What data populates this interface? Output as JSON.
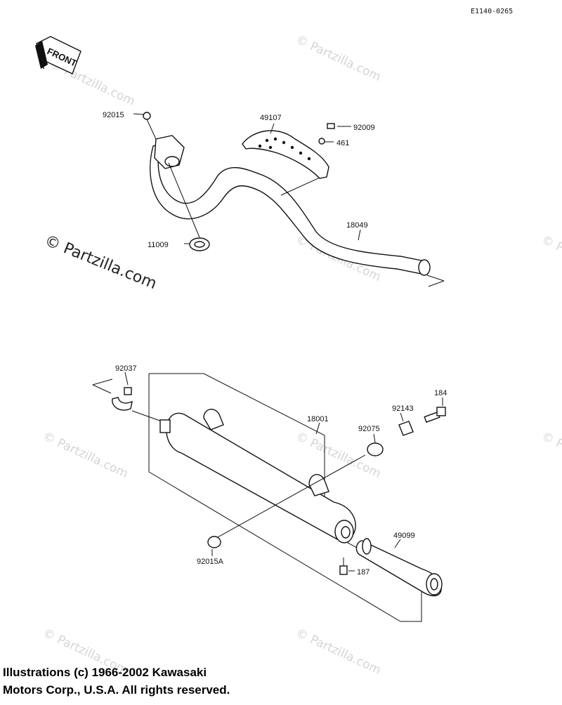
{
  "diagram": {
    "ref_code": "E1140-0265",
    "front_label": "FRONT",
    "watermarks": {
      "main": "© Partzilla.com",
      "faint": "© Partzilla.com"
    },
    "upper_assembly": {
      "labels": {
        "p92015": "92015",
        "p49107": "49107",
        "p92009": "92009",
        "p461": "461",
        "p18049": "18049",
        "p11009": "11009"
      }
    },
    "lower_assembly": {
      "labels": {
        "p92037": "92037",
        "p18001": "18001",
        "p184": "184",
        "p92143": "92143",
        "p92075": "92075",
        "p49099": "49099",
        "p92015A": "92015A",
        "p187": "187"
      }
    },
    "copyright": {
      "line1": "Illustrations (c) 1966-2002 Kawasaki",
      "line2": "Motors Corp., U.S.A.  All rights reserved."
    }
  }
}
